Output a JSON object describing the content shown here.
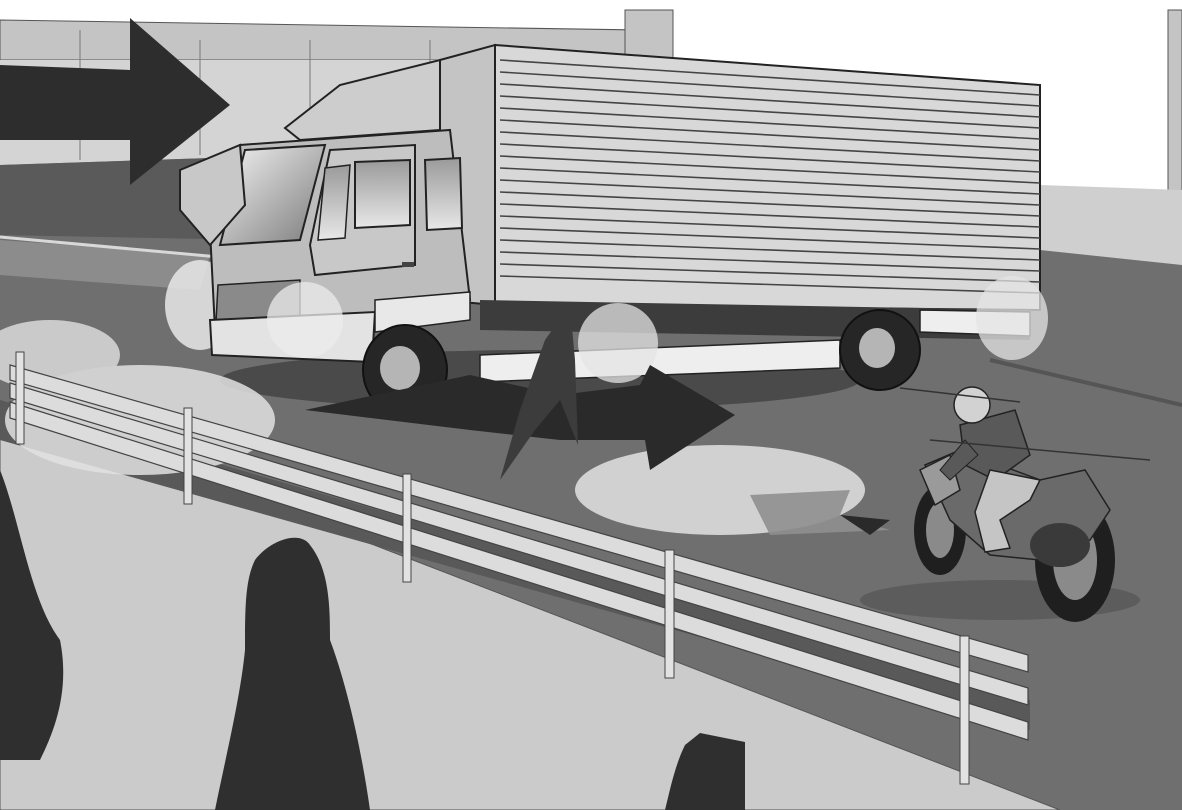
{
  "scene": {
    "title": "",
    "subject": "illustration",
    "elements": [
      "truck",
      "motorcycle",
      "guardrail",
      "pedestrians",
      "direction-arrows",
      "blind-spot-zones"
    ]
  },
  "colors": {
    "background": "#ffffff",
    "road": "#6d6d6d",
    "road_far": "#8a8a8a",
    "sidewalk": "#c9c9c9",
    "building": "#bdbdbd",
    "truck_body": "#d6d6d6",
    "cab": "#bfbfbf",
    "dark": "#2e2e2e",
    "zone": "#e6e6e6",
    "rail": "#dcdcdc"
  }
}
